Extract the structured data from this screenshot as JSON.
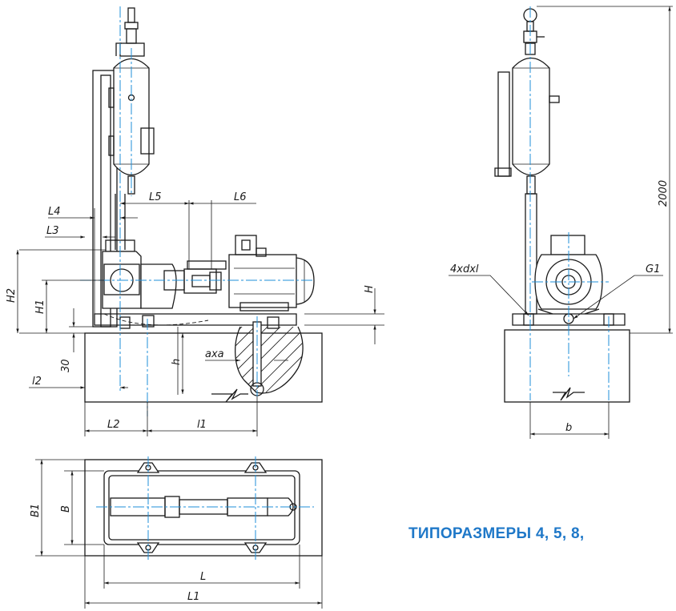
{
  "title": "ТИПОРАЗМЕРЫ 4, 5, 8,",
  "colors": {
    "centerline": "#1f8fd8",
    "title": "#1f78c8",
    "lines": "#1a1a1a"
  },
  "labels": {
    "L5": "L5",
    "L6": "L6",
    "L4": "L4",
    "L3": "L3",
    "H2": "H2",
    "H1": "H1",
    "H": "H",
    "d30": "30",
    "h": "h",
    "axa": "axa",
    "l2": "l2",
    "L2": "L2",
    "l1": "l1",
    "B1": "B1",
    "B": "B",
    "L": "L",
    "L1": "L1",
    "d2000": "2000",
    "dxl": "4xdxl",
    "G1": "G1",
    "b": "b"
  }
}
